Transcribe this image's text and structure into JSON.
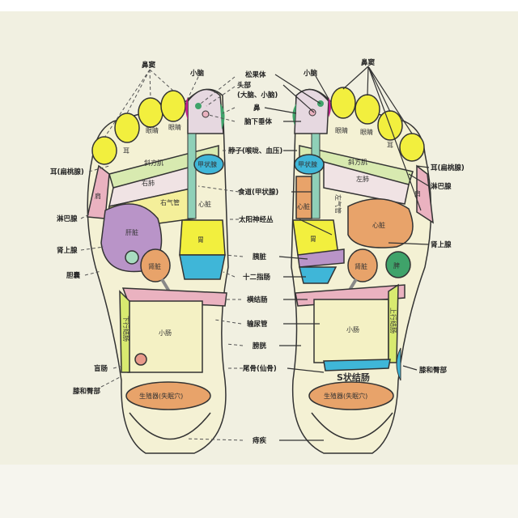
{
  "colors": {
    "background": "#f1f0e1",
    "yellow": "#f2ef3e",
    "orange": "#e8a36a",
    "purple": "#b994c8",
    "pink": "#eab2c0",
    "lightgreen": "#d8eab0",
    "cyan": "#3fb6d8",
    "green": "#3fa36a",
    "cream": "#f4f1d4",
    "mauve": "#e6d8e0"
  },
  "center_labels": [
    "松果体",
    "头部",
    "(大脑、小脑)",
    "鼻",
    "脑下垂体",
    "脖子(喉咙、血压)",
    "食道(甲状腺)",
    "太阳神经丛",
    "胰脏",
    "十二指肠",
    "横结肠",
    "输尿管",
    "膀胱",
    "尾骨(仙骨)",
    "痔疾"
  ],
  "left_labels": [
    "鼻窦",
    "小脑",
    "耳(扁桃腺)",
    "淋巴腺",
    "肾上腺",
    "胆囊",
    "盲肠",
    "膝和臀部"
  ],
  "right_labels": [
    "鼻窦",
    "小脑",
    "耳(扁桃腺)",
    "淋巴腺",
    "肾上腺",
    "膝和臀部"
  ],
  "left_foot": [
    "耳",
    "眼睛",
    "眼睛",
    "斜方肌",
    "右肺",
    "右气管",
    "肝脏",
    "甲状腺",
    "心脏",
    "胃",
    "肾脏",
    "小肠",
    "下行结肠",
    "生殖器(失眠穴)",
    "肩"
  ],
  "right_foot": [
    "眼睛",
    "眼睛",
    "耳",
    "斜方肌",
    "左肺",
    "左气管",
    "心脏",
    "甲状腺",
    "心脏",
    "胃",
    "肾脏",
    "脾",
    "小肠",
    "上行结肠",
    "S状结肠",
    "生殖器(失眠穴)",
    "肩"
  ]
}
